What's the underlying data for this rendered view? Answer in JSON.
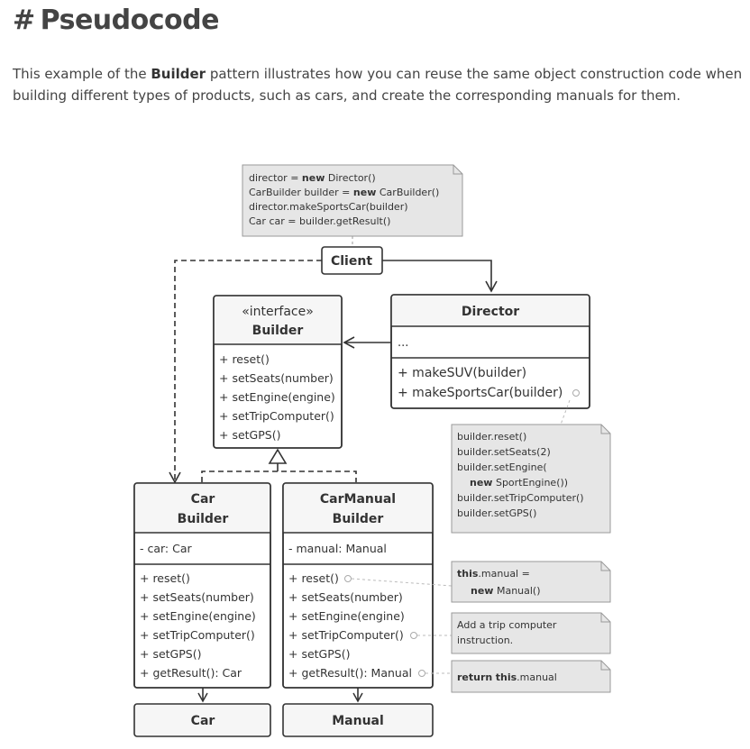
{
  "heading": {
    "hash": "#",
    "title": "Pseudocode"
  },
  "intro": {
    "before": "This example of the ",
    "bold": "Builder",
    "after": " pattern illustrates how you can reuse the same object construction code when building different types of products, such as cars, and create the corresponding manuals for them."
  },
  "diagram": {
    "client_note": {
      "line1_pre": "director = ",
      "line1_kw": "new",
      "line1_post": " Director()",
      "line2_pre": "CarBuilder builder = ",
      "line2_kw": "new",
      "line2_post": " CarBuilder()",
      "line3": "director.makeSportsCar(builder)",
      "line4": "Car car = builder.getResult()"
    },
    "client": {
      "label": "Client"
    },
    "builder_interface": {
      "stereotype": "«interface»",
      "name": "Builder",
      "methods": [
        "+ reset()",
        "+ setSeats(number)",
        "+ setEngine(engine)",
        "+ setTripComputer()",
        "+ setGPS()"
      ]
    },
    "director": {
      "name": "Director",
      "fields": "...",
      "methods": [
        "+ makeSUV(builder)",
        "+ makeSportsCar(builder)"
      ]
    },
    "director_note": {
      "lines": [
        "builder.reset()",
        "builder.setSeats(2)",
        "builder.setEngine("
      ],
      "line4_kw": "new",
      "line4_post": " SportEngine())",
      "lines_after": [
        "builder.setTripComputer()",
        "builder.setGPS()"
      ]
    },
    "car_builder": {
      "name_line1": "Car",
      "name_line2": "Builder",
      "field": "- car: Car",
      "methods": [
        "+ reset()",
        "+ setSeats(number)",
        "+ setEngine(engine)",
        "+ setTripComputer()",
        "+ setGPS()",
        "+ getResult(): Car"
      ]
    },
    "carmanual_builder": {
      "name_line1": "CarManual",
      "name_line2": "Builder",
      "field": "- manual: Manual",
      "methods": [
        "+ reset()",
        "+ setSeats(number)",
        "+ setEngine(engine)",
        "+ setTripComputer()",
        "+ setGPS()",
        "+ getResult(): Manual"
      ]
    },
    "reset_note": {
      "kw1": "this",
      "post1": ".manual =",
      "kw2": "new",
      "post2": " Manual()"
    },
    "trip_note": {
      "line1": "Add a trip computer",
      "line2": "instruction."
    },
    "result_note": {
      "kw1": "return",
      "kw2": "this",
      "post": ".manual"
    },
    "car_product": {
      "label": "Car"
    },
    "manual_product": {
      "label": "Manual"
    }
  },
  "colors": {
    "box_fill": "#ffffff",
    "box_header": "#f6f6f6",
    "stroke": "#333333",
    "note_fill": "#e6e6e6",
    "note_stroke": "#999999"
  }
}
